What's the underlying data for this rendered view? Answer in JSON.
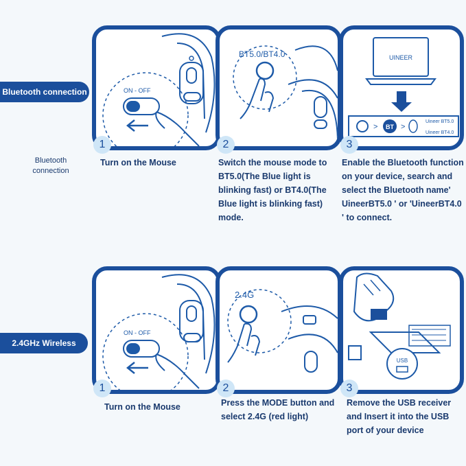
{
  "bluetooth": {
    "label": "Bluetooth connection",
    "side_note": "Bluetooth connection",
    "steps": [
      {
        "num": "1",
        "caption": "Turn on the Mouse",
        "switch_label": "ON - OFF"
      },
      {
        "num": "2",
        "caption": "Switch the mouse mode to BT5.0(The Blue light is blinking fast) or BT4.0(The Blue light is blinking fast) mode.",
        "mode_label": "BT5.0/BT4.0"
      },
      {
        "num": "3",
        "caption": "Enable the Bluetooth function on your device, search and select the Bluetooth name' UineerBT5.0 ' or 'UineerBT4.0 ' to connect.",
        "laptop_brand": "UINEER",
        "bt_badge": "BT",
        "device_bt50": "Uineer BT5.0",
        "device_bt40": "Uineer BT4.0"
      }
    ]
  },
  "wireless": {
    "label": "2.4GHz Wireless",
    "steps": [
      {
        "num": "1",
        "caption": "Turn on the Mouse",
        "switch_label": "ON - OFF"
      },
      {
        "num": "2",
        "caption": "Press the MODE button and select 2.4G (red light)",
        "mode_label": "2.4G"
      },
      {
        "num": "3",
        "caption": "Remove the USB receiver and Insert it into the USB port of your device",
        "usb_label": "USB"
      }
    ]
  },
  "colors": {
    "primary": "#1b4f9c",
    "line": "#1d5aa8",
    "badge": "#cfe6f7"
  }
}
